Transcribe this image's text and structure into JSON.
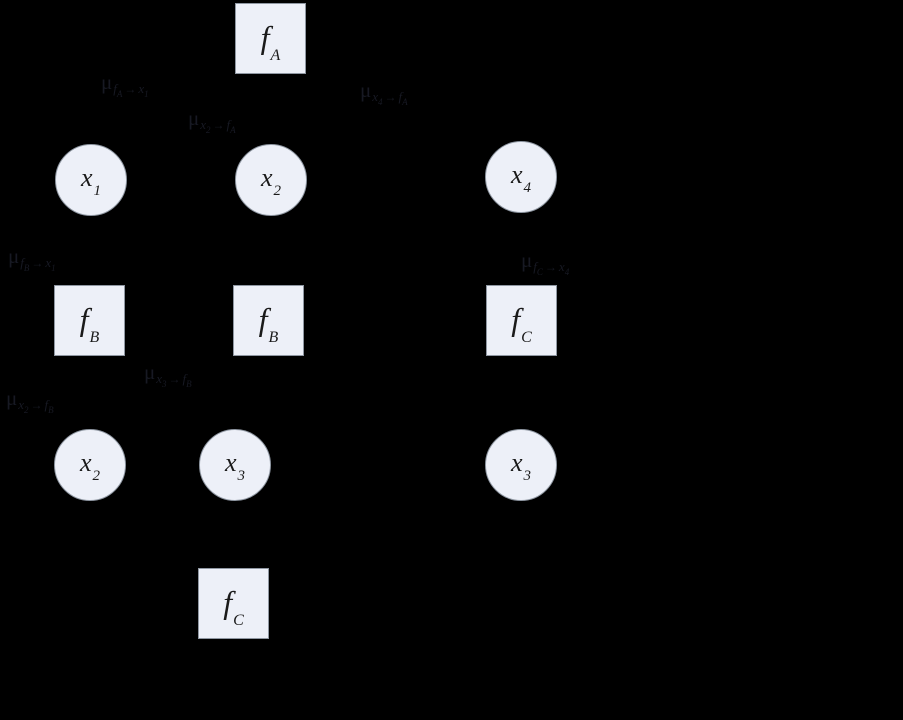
{
  "figure": {
    "kind": "factor-graph-message-passing-diagram",
    "background_color": "#000000",
    "node_fill_color": "#edf0f8",
    "node_border_color": "#8f97a2",
    "message_text_color": "#000000"
  },
  "nodes": {
    "fA_top": {
      "kind": "factor",
      "base": "f",
      "sub": "A"
    },
    "x1_top": {
      "kind": "variable",
      "base": "x",
      "sub": "1"
    },
    "x2_top": {
      "kind": "variable",
      "base": "x",
      "sub": "2"
    },
    "x4_top": {
      "kind": "variable",
      "base": "x",
      "sub": "4"
    },
    "fB_left": {
      "kind": "factor",
      "base": "f",
      "sub": "B"
    },
    "fB_mid": {
      "kind": "factor",
      "base": "f",
      "sub": "B"
    },
    "fC_right": {
      "kind": "factor",
      "base": "f",
      "sub": "C"
    },
    "x2_bottom": {
      "kind": "variable",
      "base": "x",
      "sub": "2"
    },
    "x3_mid": {
      "kind": "variable",
      "base": "x",
      "sub": "3"
    },
    "x3_right": {
      "kind": "variable",
      "base": "x",
      "sub": "3"
    },
    "fC_bottom": {
      "kind": "factor",
      "base": "f",
      "sub": "C"
    }
  },
  "messages": {
    "L1": {
      "mu": "μ",
      "from_base": "f",
      "from_sub": "A",
      "arrow": "→",
      "to_base": "x",
      "to_sub": "1"
    },
    "L2": {
      "mu": "μ",
      "from_base": "x",
      "from_sub": "2",
      "arrow": "→",
      "to_base": "f",
      "to_sub": "A"
    },
    "L3": {
      "mu": "μ",
      "from_base": "x",
      "from_sub": "4",
      "arrow": "→",
      "to_base": "f",
      "to_sub": "A"
    },
    "L4": {
      "mu": "μ",
      "from_base": "f",
      "from_sub": "B",
      "arrow": "→",
      "to_base": "x",
      "to_sub": "1"
    },
    "L5": {
      "mu": "μ",
      "from_base": "f",
      "from_sub": "C",
      "arrow": "→",
      "to_base": "x",
      "to_sub": "4"
    },
    "L6": {
      "mu": "μ",
      "from_base": "x",
      "from_sub": "3",
      "arrow": "→",
      "to_base": "f",
      "to_sub": "B"
    },
    "L7": {
      "mu": "μ",
      "from_base": "x",
      "from_sub": "2",
      "arrow": "→",
      "to_base": "f",
      "to_sub": "B"
    }
  }
}
